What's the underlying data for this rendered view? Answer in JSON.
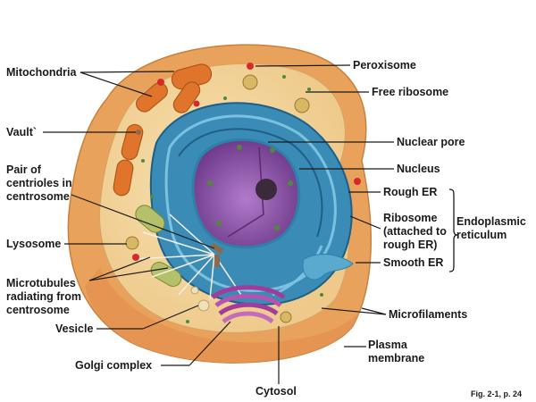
{
  "labels": {
    "mitochondria": "Mitochondria",
    "vault": "Vault`",
    "centrioles": "Pair of\ncentrioles in\ncentrosome",
    "lysosome": "Lysosome",
    "microtubules": "Microtubules\nradiating from\ncentrosome",
    "vesicle": "Vesicle",
    "golgi": "Golgi complex",
    "cytosol": "Cytosol",
    "peroxisome": "Peroxisome",
    "free_ribosome": "Free ribosome",
    "nuclear_pore": "Nuclear pore",
    "nucleus": "Nucleus",
    "rough_er": "Rough ER",
    "ribosome_attached": "Ribosome\n(attached to\nrough ER)",
    "smooth_er": "Smooth ER",
    "endoplasmic_reticulum": "Endoplasmic\nreticulum",
    "microfilaments": "Microfilaments",
    "plasma_membrane": "Plasma\nmembrane"
  },
  "caption": "Fig. 2-1, p. 24",
  "colors": {
    "membrane": "#e9a25c",
    "cytoplasm": "#f2d39a",
    "nuclear_envelope": "#2f7fa8",
    "nucleoplasm": "#8a4fa6",
    "mitochondria": "#e0742a",
    "golgi": "#a23c9c",
    "lysosome": "#d8b765",
    "peroxisome": "#d62a2a",
    "ribosome": "#4f8a3a"
  }
}
